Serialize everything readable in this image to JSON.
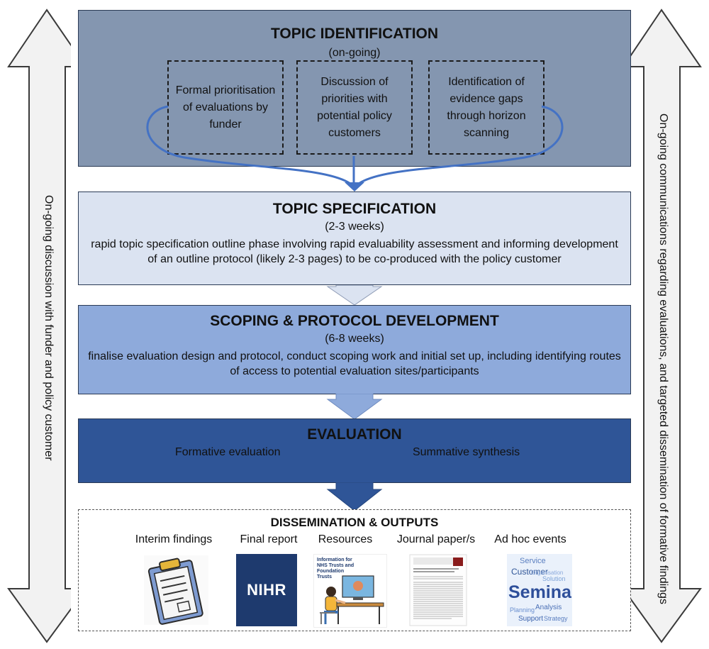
{
  "left_arrow": {
    "text": "On-going discussion with funder and policy customer"
  },
  "right_arrow": {
    "text": "On-going communications regarding evaluations, and targeted dissemination of formative findings"
  },
  "topic_identification": {
    "title": "TOPIC IDENTIFICATION",
    "subtitle": "(on-going)",
    "boxes": [
      "Formal prioritisation  of evaluations by funder",
      "Discussion of priorities with potential policy customers",
      "Identification of evidence gaps through horizon scanning"
    ]
  },
  "topic_specification": {
    "title": "TOPIC SPECIFICATION",
    "duration": "(2-3 weeks)",
    "description": "rapid topic specification outline phase involving rapid evaluability assessment and informing development of an outline protocol (likely 2-3 pages) to be co-produced with the policy customer"
  },
  "scoping": {
    "title": "SCOPING & PROTOCOL DEVELOPMENT",
    "duration": "(6-8 weeks)",
    "description": "finalise evaluation design and protocol, conduct scoping work and initial set up, including identifying routes of access to potential evaluation sites/participants"
  },
  "evaluation": {
    "title": "EVALUATION",
    "formative": "Formative evaluation",
    "summative": "Summative synthesis"
  },
  "dissemination": {
    "title": "DISSEMINATION & OUTPUTS",
    "outputs": [
      "Interim findings",
      "Final report",
      "Resources",
      "Journal paper/s",
      "Ad hoc events"
    ],
    "nihr_logo": "NIHR",
    "resources_caption": "Information for NHS Trusts and Foundation Trusts",
    "seminar_word": "Seminar",
    "word_cloud": [
      "Service",
      "Customer",
      "Solution",
      "Analysis",
      "Planning",
      "Support",
      "Organisation",
      "Strategy"
    ]
  },
  "colors": {
    "topic_identification": "#8496b0",
    "topic_specification": "#dbe3f1",
    "scoping": "#8eaadb",
    "evaluation": "#2f5597",
    "connector": "#4472c4"
  }
}
